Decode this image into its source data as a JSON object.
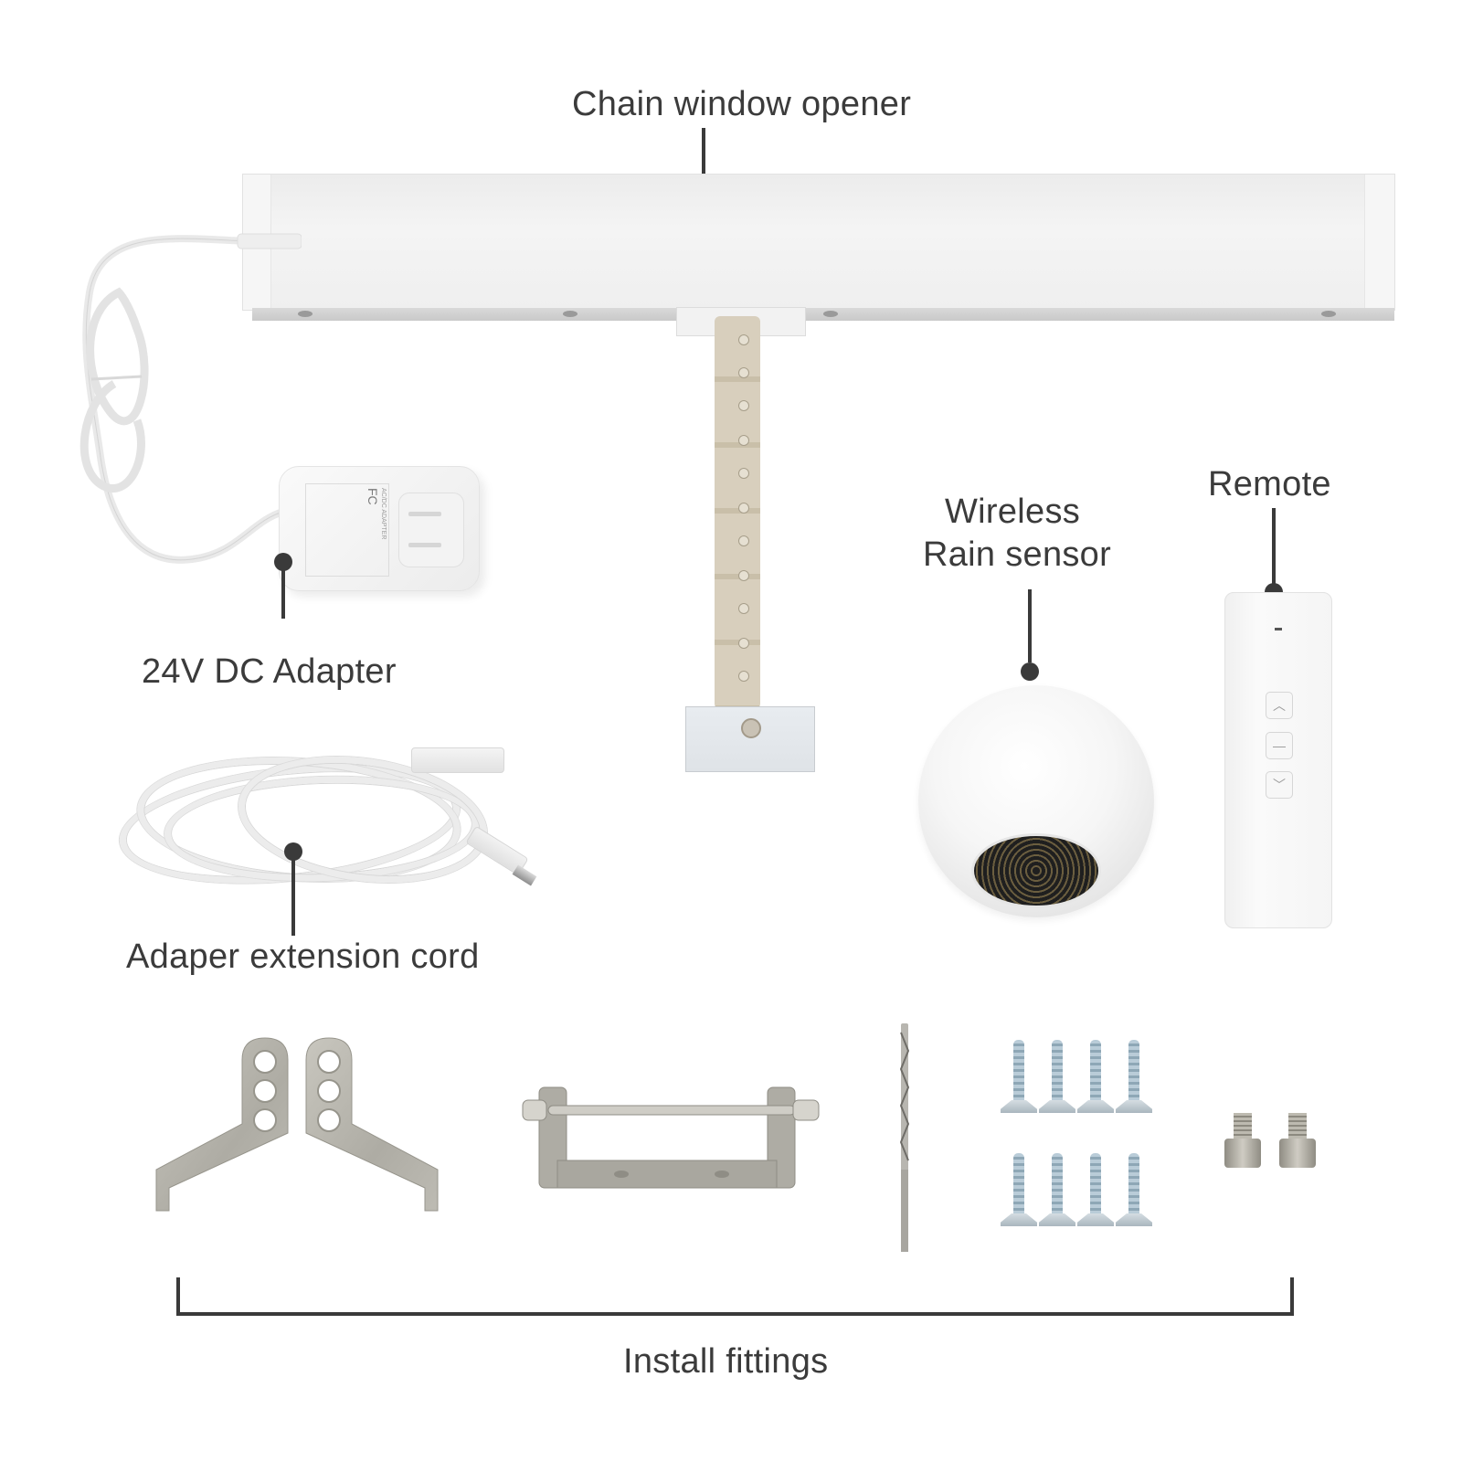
{
  "labels": {
    "chain_window_opener": "Chain window opener",
    "dc_adapter": "24V DC Adapter",
    "extension_cord": "Adaper extension cord",
    "rain_sensor_line1": "Wireless",
    "rain_sensor_line2": "Rain sensor",
    "remote": "Remote",
    "install_fittings": "Install fittings"
  },
  "adapter_print": {
    "title": "AC/DC ADAPTER",
    "fc_mark": "FC"
  },
  "remote_buttons": [
    {
      "name": "up",
      "glyph": "︿"
    },
    {
      "name": "stop",
      "glyph": "—"
    },
    {
      "name": "down",
      "glyph": "﹀"
    }
  ],
  "colors": {
    "text": "#3b3b3b",
    "leader": "#3a3a3a",
    "background": "#ffffff"
  }
}
